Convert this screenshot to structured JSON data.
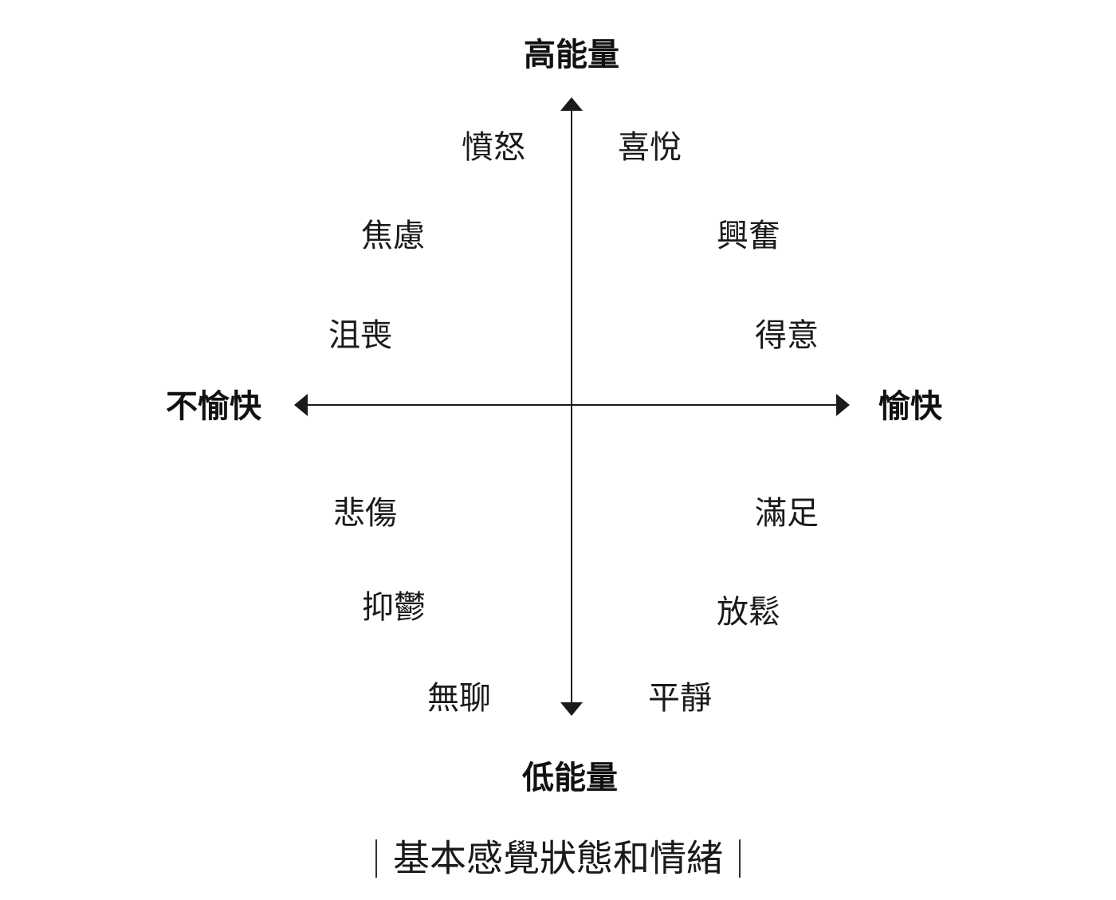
{
  "axes": {
    "top": "高能量",
    "bottom": "低能量",
    "left": "不愉快",
    "right": "愉快"
  },
  "emotions": {
    "upper_left": [
      "憤怒",
      "焦慮",
      "沮喪"
    ],
    "upper_right": [
      "喜悅",
      "興奮",
      "得意"
    ],
    "lower_left": [
      "悲傷",
      "抑鬱",
      "無聊"
    ],
    "lower_right": [
      "滿足",
      "放鬆",
      "平靜"
    ]
  },
  "caption": "基本感覺狀態和情緒",
  "colors": {
    "axis": "#1a1a1a",
    "text": "#1a1a1a"
  }
}
